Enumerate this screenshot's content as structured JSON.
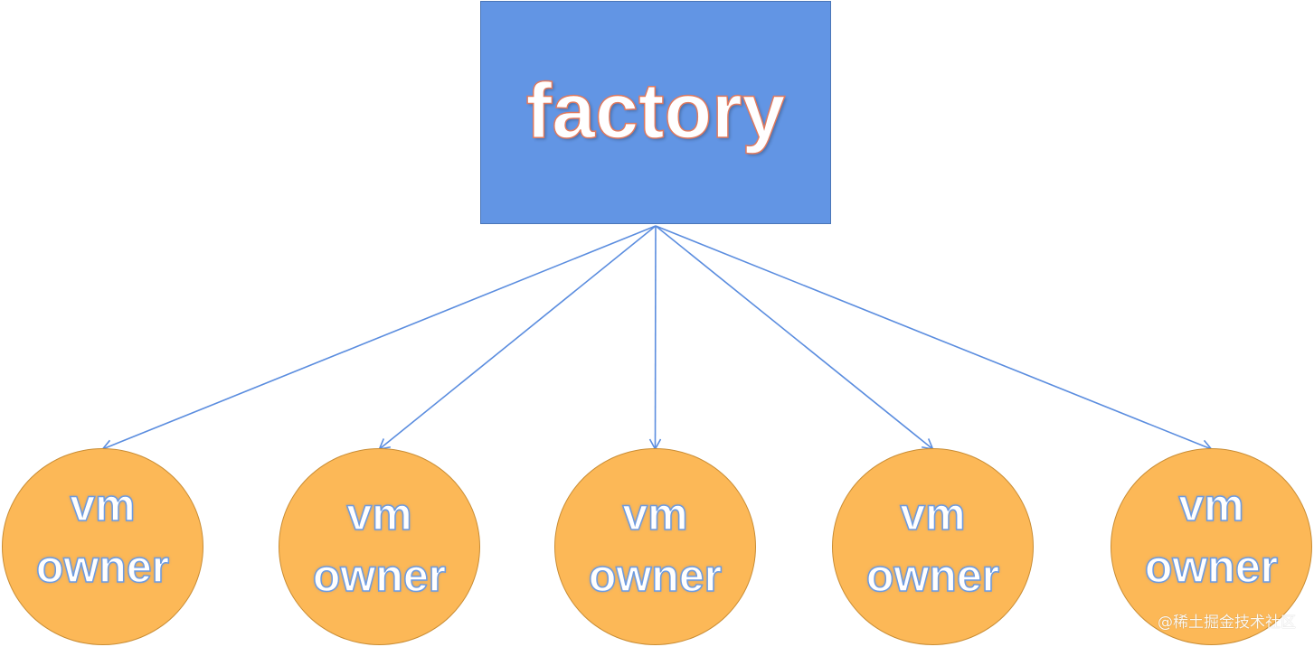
{
  "diagram": {
    "type": "tree",
    "root": {
      "label": "factory",
      "fill_color": "#6295e4",
      "text_color": "#ffffff",
      "text_outline_color": "#e07a5f"
    },
    "edge_color": "#5b8ddf",
    "children": [
      {
        "line1": "vm",
        "line2": "owner"
      },
      {
        "line1": "vm",
        "line2": "owner"
      },
      {
        "line1": "vm",
        "line2": "owner"
      },
      {
        "line1": "vm",
        "line2": "owner"
      },
      {
        "line1": "vm",
        "line2": "owner"
      }
    ],
    "child_fill_color": "#fcb857",
    "child_text_outline_color": "#6d9be0",
    "edges": [
      {
        "from": "factory",
        "to": 0
      },
      {
        "from": "factory",
        "to": 1
      },
      {
        "from": "factory",
        "to": 2
      },
      {
        "from": "factory",
        "to": 3
      },
      {
        "from": "factory",
        "to": 4
      }
    ]
  },
  "watermark": "@稀土掘金技术社区"
}
